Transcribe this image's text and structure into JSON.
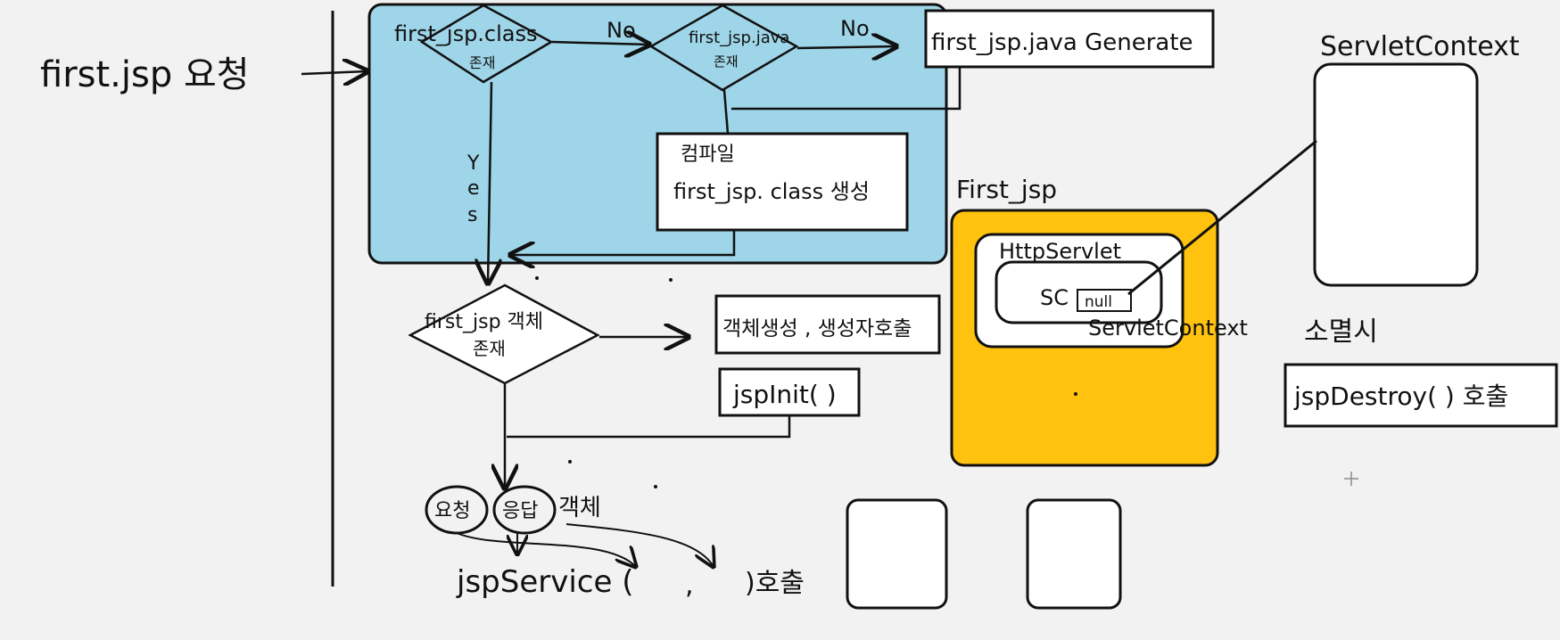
{
  "request_label": "first.jsp 요청",
  "decision_class": {
    "line1": "first_jsp.class",
    "line2": "존재"
  },
  "no_label_1": "No",
  "decision_java": {
    "line1": "first_jsp.java",
    "line2": "존재"
  },
  "no_label_2": "No",
  "generate_box": "first_jsp.java Generate",
  "compile_box": {
    "line1": "컴파일",
    "line2": "first_jsp. class 생성"
  },
  "yes_label": [
    "Y",
    "e",
    "s"
  ],
  "decision_object": {
    "line1": "first_jsp 객체",
    "line2": "존재"
  },
  "create_object_box": "객체생성 , 생성자호출",
  "jsp_init_box": "jspInit( )",
  "request_circle": "요청",
  "response_circle": "응답",
  "object_suffix": "객체",
  "jsp_service": {
    "name": "jspService (",
    "comma": ",",
    "close": ")호출"
  },
  "first_jsp_label": "First_jsp",
  "http_servlet_label": "HttpServlet",
  "sc_label": "SC",
  "null_label": "null",
  "servlet_context_inner": "ServletContext",
  "servlet_context_title": "ServletContext",
  "destroy_when": "소멸시",
  "jsp_destroy_box": "jspDestroy( ) 호출",
  "colors": {
    "background": "#f2f2f2",
    "blue_panel": "#9fd5e8",
    "yellow_panel": "#ffc20e",
    "ink": "#111111"
  }
}
